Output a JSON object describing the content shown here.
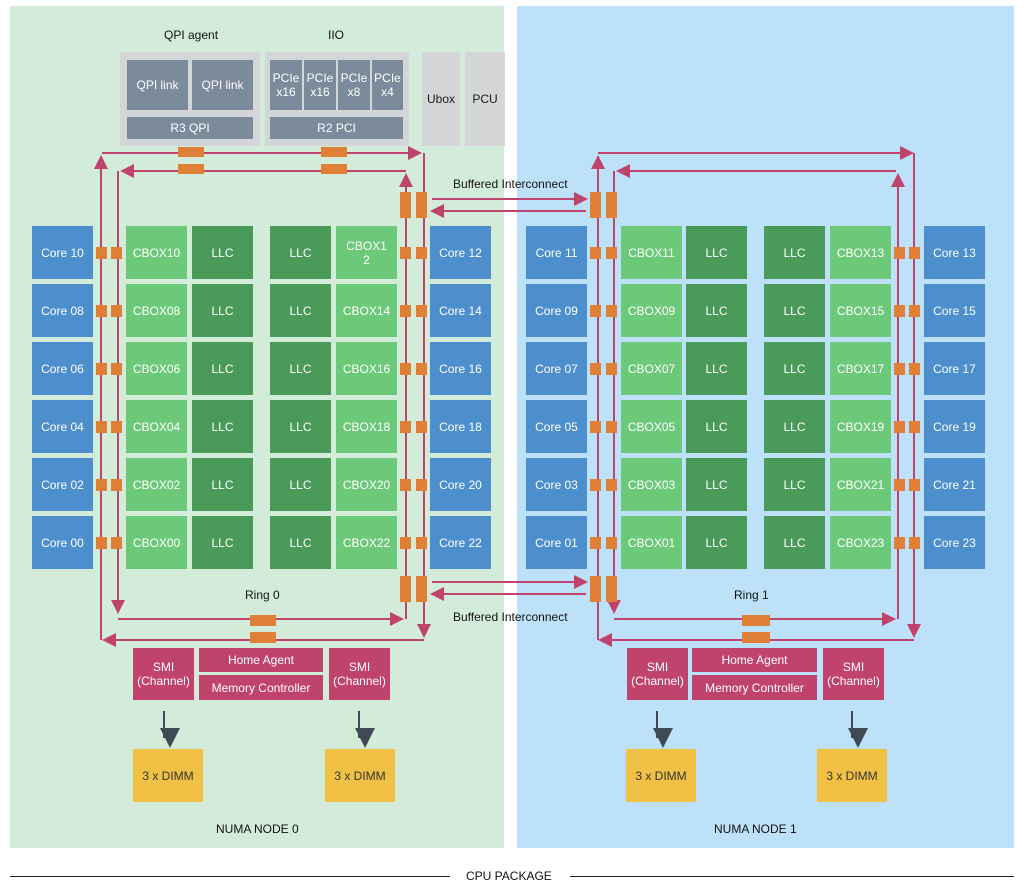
{
  "colors": {
    "numa0_bg": "#d3ecd9",
    "numa1_bg": "#bde1f9",
    "core": "#4d8fcc",
    "cbox": "#6cc97a",
    "llc": "#4a9a59",
    "ring": "#c0436d",
    "ring_stop": "#e07f36",
    "memory": "#c0436d",
    "dimm": "#f0c145",
    "uncore_grey": "#d4d5d7",
    "link_grey": "#7b8b9b"
  },
  "top": {
    "qpi_agent": "QPI agent",
    "iio": "IIO",
    "qpi_link_1": "QPI link",
    "qpi_link_2": "QPI link",
    "r3qpi": "R3 QPI",
    "pcie": [
      "PCIe\nx16",
      "PCIe\nx16",
      "PCIe\nx8",
      "PCIe\nx4"
    ],
    "r2pci": "R2 PCI",
    "ubox": "Ubox",
    "pcu": "PCU"
  },
  "interconnect": {
    "top": "Buffered Interconnect",
    "bottom": "Buffered Interconnect"
  },
  "node0": {
    "ring": "Ring 0",
    "label": "NUMA NODE 0",
    "left_cores": [
      "Core 10",
      "Core 08",
      "Core 06",
      "Core 04",
      "Core 02",
      "Core 00"
    ],
    "left_cbox": [
      "CBOX10",
      "CBOX08",
      "CBOX06",
      "CBOX04",
      "CBOX02",
      "CBOX00"
    ],
    "right_cbox": [
      "CBOX1\n2",
      "CBOX14",
      "CBOX16",
      "CBOX18",
      "CBOX20",
      "CBOX22"
    ],
    "right_cores": [
      "Core 12",
      "Core 14",
      "Core 16",
      "Core 18",
      "Core 20",
      "Core 22"
    ],
    "llc": "LLC",
    "smi_left": "SMI\n(Channel)",
    "smi_right": "SMI\n(Channel)",
    "home_agent": "Home Agent",
    "memory_controller": "Memory Controller",
    "dimm_left": "3 x DIMM",
    "dimm_right": "3 x DIMM"
  },
  "node1": {
    "ring": "Ring 1",
    "label": "NUMA NODE 1",
    "left_cores": [
      "Core 11",
      "Core 09",
      "Core 07",
      "Core 05",
      "Core 03",
      "Core 01"
    ],
    "left_cbox": [
      "CBOX11",
      "CBOX09",
      "CBOX07",
      "CBOX05",
      "CBOX03",
      "CBOX01"
    ],
    "right_cbox": [
      "CBOX13",
      "CBOX15",
      "CBOX17",
      "CBOX19",
      "CBOX21",
      "CBOX23"
    ],
    "right_cores": [
      "Core 13",
      "Core 15",
      "Core 17",
      "Core 19",
      "Core 21",
      "Core 23"
    ],
    "llc": "LLC",
    "smi_left": "SMI\n(Channel)",
    "smi_right": "SMI\n(Channel)",
    "home_agent": "Home Agent",
    "memory_controller": "Memory Controller",
    "dimm_left": "3 x DIMM",
    "dimm_right": "3 x DIMM"
  },
  "cpu_package": "CPU PACKAGE"
}
